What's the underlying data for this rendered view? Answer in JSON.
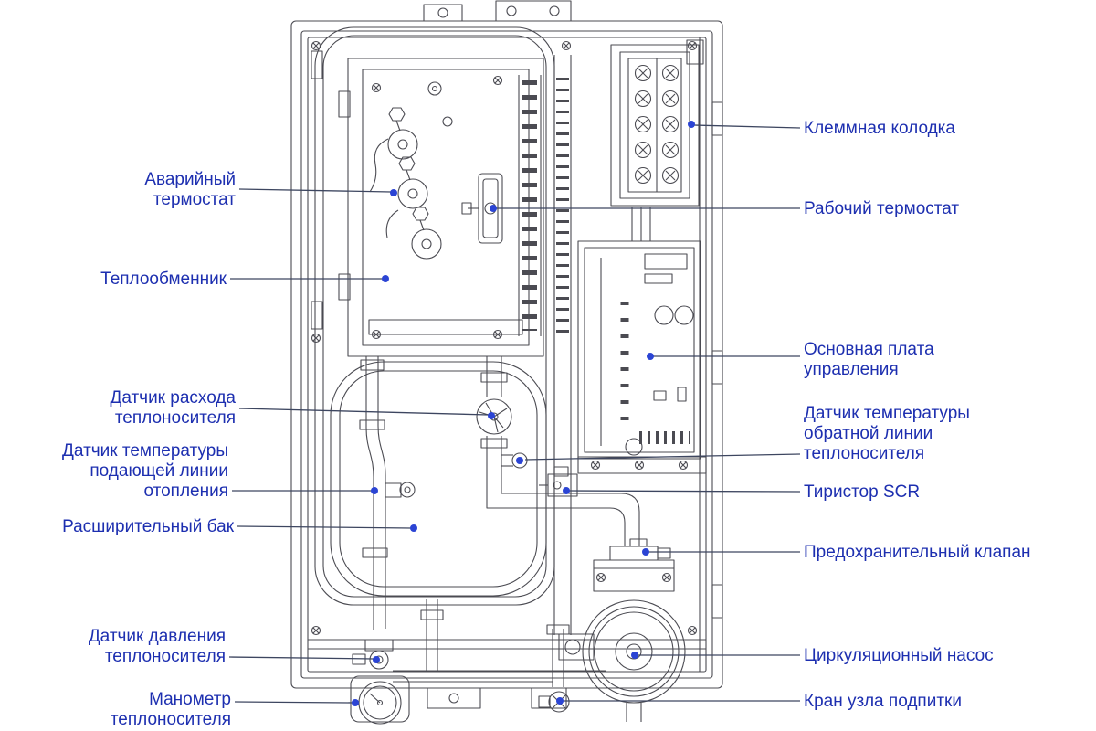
{
  "colors": {
    "label_text": "#1d2fb0",
    "leader_line": "#3d4660",
    "callout_dot": "#2b44d4",
    "drawing_stroke": "#4b4b52",
    "background": "#ffffff"
  },
  "labels_left": [
    {
      "id": "emergency-thermostat",
      "text": "Аварийный термостат"
    },
    {
      "id": "heat-exchanger",
      "text": "Теплообменник"
    },
    {
      "id": "flow-sensor",
      "text": "Датчик расхода теплоносителя"
    },
    {
      "id": "supply-temp-sensor",
      "text": "Датчик температуры подающей линии отопления"
    },
    {
      "id": "expansion-tank",
      "text": "Расширительный бак"
    },
    {
      "id": "pressure-sensor",
      "text": "Датчик давления теплоносителя"
    },
    {
      "id": "pressure-gauge",
      "text": "Манометр теплоносителя"
    }
  ],
  "labels_right": [
    {
      "id": "terminal-block",
      "text": "Клеммная колодка"
    },
    {
      "id": "working-thermostat",
      "text": "Рабочий термостат"
    },
    {
      "id": "main-control-board",
      "text": "Основная плата управления"
    },
    {
      "id": "return-temp-sensor",
      "text": "Датчик температуры обратной линии теплоносителя"
    },
    {
      "id": "scr-thyristor",
      "text": "Тиристор SCR"
    },
    {
      "id": "safety-valve",
      "text": "Предохранительный клапан"
    },
    {
      "id": "circulation-pump",
      "text": "Циркуляционный насос"
    },
    {
      "id": "makeup-valve",
      "text": "Кран узла подпитки"
    }
  ]
}
